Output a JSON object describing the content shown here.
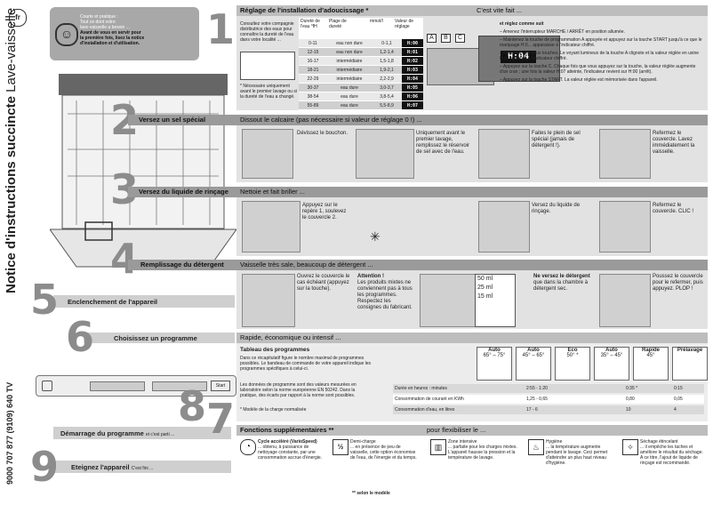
{
  "lang_badge": "fr",
  "intro": {
    "line1": "Courte et pratique :",
    "line2": "Tout ce dont votre",
    "line3": "lave-vaisselle a besoin ...",
    "bold1": "Avant de vous en servir pour",
    "bold2": "la première fois, lisez la notice",
    "bold3": "d'installation et d'utilisation."
  },
  "vertical_title_bold": "Notice d'instructions succincte",
  "vertical_title_light": "Lave-vaisselle",
  "vertical_code": "9000 707 877 (9109) 640 TV",
  "step1": {
    "num": "1",
    "title": "Réglage de l'installation d'adoucissage *",
    "right_title": "C'est vite fait ...",
    "consult": "Consultez votre compagnie distributrice des eaux pour connaître la dureté de l'eau dans votre localité ...",
    "note": "* Nécessaire uniquement avant le premier lavage ou si la dureté de l'eau a changé.",
    "col_durete": "Dureté de l'eau °fH",
    "col_plage": "Plage de dureté",
    "col_mmol": "mmol/l",
    "col_valeur": "Valeur de réglage",
    "rows": [
      {
        "d": "0-11",
        "p": "eau non dure",
        "m": "0-1,1",
        "v": "H:00"
      },
      {
        "d": "12-15",
        "p": "eau non dure",
        "m": "1,2-1,4",
        "v": "H:01"
      },
      {
        "d": "16-17",
        "p": "intermédiaire",
        "m": "1,5-1,8",
        "v": "H:02"
      },
      {
        "d": "18-21",
        "p": "intermédiaire",
        "m": "1,9-2,1",
        "v": "H:03"
      },
      {
        "d": "22-29",
        "p": "intermédiaire",
        "m": "2,2-2,9",
        "v": "H:04"
      },
      {
        "d": "30-37",
        "p": "eau dure",
        "m": "3,0-3,7",
        "v": "H:05"
      },
      {
        "d": "38-54",
        "p": "eau dure",
        "m": "3,8-5,4",
        "v": "H:06"
      },
      {
        "d": "55-89",
        "p": "eau dure",
        "m": "5,5-8,9",
        "v": "H:07"
      }
    ],
    "btn_a": "A",
    "btn_b": "B",
    "btn_c": "C",
    "display": "H:04",
    "instr_head": "et réglez comme suit",
    "i1": "– Amenez l'interrupteur MARCHE / ARRÊT en position allumée.",
    "i2": "– Maintenez la touche de programmation A appuyée et appuyez sur la touche START jusqu'à ce que le marquage H:0... apparaisse à l'indicateur chiffré.",
    "i3": "– Relâchez ces deux touches. Le voyant lumineux de la touche A clignote et la valeur réglée en usine H:04 apparaît à l'indicateur chiffré.",
    "i4": "– Appuyez sur la touche C. Chaque fois que vous appuyez sur la touche, la valeur réglée augmente d'un cran ; une fois la valeur H:07 atteinte, l'indicateur revient sur H:00 (arrêt).",
    "i5": "– Appuyez sur la touche START. La valeur réglée est mémorisée dans l'appareil."
  },
  "step2": {
    "num": "2",
    "label": "Versez un sel spécial",
    "desc": "Dissout le calcaire (pas nécessaire si valeur de réglage 0 !) ...",
    "t1": "Dévissez le bouchon.",
    "t2": "Uniquement avant le premier lavage, remplissez le réservoir de sel avec de l'eau.",
    "t3": "Faites le plein de sel spécial (jamais de détergent !).",
    "t4": "Refermez le couvercle. Lavez immédiatement la vaisselle."
  },
  "step3": {
    "num": "3",
    "label": "Versez du liquide de rinçage",
    "desc": "Nettoie et fait briller ...",
    "t1": "Appuyez sur le repère 1, soulevez le couvercle 2.",
    "t2": "Versez du liquide de rinçage.",
    "t3": "Refermez le couvercle. CLIC !"
  },
  "step4": {
    "num": "4",
    "label": "Remplissage du détergent",
    "desc": "Vaisselle très sale, beaucoup de détergent ...",
    "t1": "Ouvrez le couvercle le cas échéant (appuyez sur la touche).",
    "att_head": "Attention !",
    "att": "Les produits mixtes ne conviennent pas à tous les programmes. Respectez les consignes du fabricant.",
    "ml50": "50 ml",
    "ml25": "25 ml",
    "ml15": "15 ml",
    "t2_bold": "Ne versez le détergent",
    "t2": "que dans la chambre à détergent sec.",
    "t3": "Poussez le couvercle pour le refermer, puis appuyez. PLOP !"
  },
  "step5": {
    "num": "5",
    "label": "Enclenchement de l'appareil"
  },
  "step6": {
    "num": "6",
    "label": "Choisissez un programme",
    "desc": "Rapide, économique ou intensif ...",
    "table_head": "Tableau des programmes",
    "table_txt": "Dans ce récapitulatif figure le nombre maximal de programmes possibles. Le bandeau de commande de votre appareil indique les programmes spécifiques à celui-ci.",
    "norm_txt": "Les données de programme sont des valeurs mesurées en laboratoire selon la norme européenne EN 50242. Dans la pratique, des écarts par rapport à la norme sont possibles.",
    "norm_note": "* Modèle de la charge normalisée",
    "programs": [
      {
        "name": "Auto",
        "temp": "65° – 75°"
      },
      {
        "name": "Auto",
        "temp": "45° – 65°"
      },
      {
        "name": "Eco",
        "temp": "50° *"
      },
      {
        "name": "Auto",
        "temp": "35° – 45°"
      },
      {
        "name": "Rapide",
        "temp": "45°"
      },
      {
        "name": "Prélavage",
        "temp": ""
      }
    ],
    "row1_label": "Durée en heures : minutes",
    "row1_range": "2:55 - 1:20",
    "row1_v1": "0:35 *",
    "row1_v2": "0:15",
    "row2_label": "Consommation de courant en KWh",
    "row2_range": "1,25 - 0,65",
    "row2_v1": "0,80",
    "row2_v2": "0,05",
    "row3_label": "Consommation d'eau, en litres",
    "row3_range": "17 - 6",
    "row3_v1": "10",
    "row3_v2": "4",
    "start_btn": "Start"
  },
  "step7": {
    "num": "7",
    "label": "Fonctions supplémentaires **",
    "sub": "pour flexibiliser le ...",
    "note": "** selon le modèle",
    "f1_head": "Cycle accéléré (VarioSpeed)",
    "f1": "... obtenu, à puissance de nettoyage constante, par une consommation accrue d'énergie.",
    "f2_head": "Demi-charge",
    "f2": "... en présence de peu de vaisselle, cette option économise de l'eau, de l'énergie et du temps.",
    "f3_head": "Zone intensive",
    "f3": "... parfaite pour les charges mixtes. L'appareil hausse la pression et la température de lavage.",
    "f4_head": "Hygiène",
    "f4": "... la température augmente pendant le lavage. Ceci permet d'atteindre un plus haut niveau d'hygiène.",
    "f5_head": "Séchage étincelant",
    "f5": "... il empêche les taches et améliore le résultat du séchage. A ce titre, l'ajout de liquide de rinçage est recommandé."
  },
  "step8": {
    "num": "8",
    "label": "Démarrage du programme",
    "sub": "et c'est parti ..."
  },
  "step9": {
    "num": "9",
    "label": "Eteignez l'appareil",
    "sub": "C'est fini ..."
  }
}
